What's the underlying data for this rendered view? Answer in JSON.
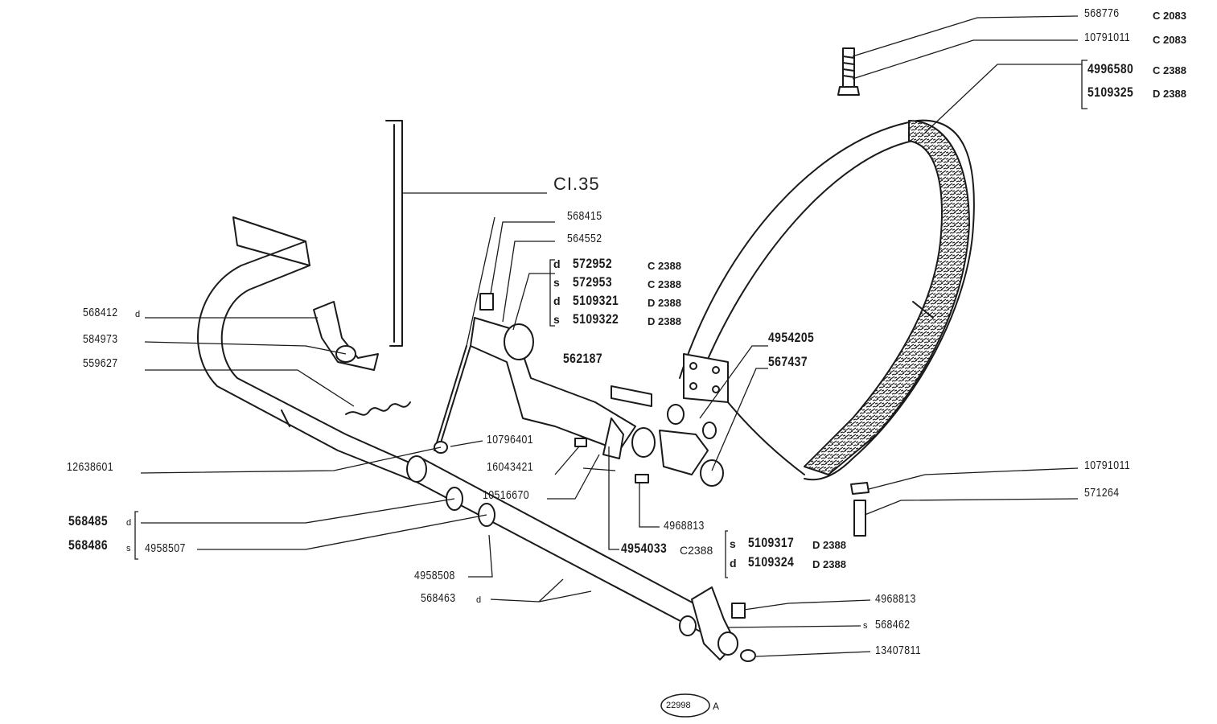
{
  "figure_ref": {
    "number": "22998",
    "suffix": "A"
  },
  "cross_ref": "CI.35",
  "labels": {
    "p568776": "568776",
    "p10791011a": "10791011",
    "p4996580": "4996580",
    "p5109325": "5109325",
    "p568415": "568415",
    "p564552": "564552",
    "p572952": "572952",
    "p572953": "572953",
    "p5109321": "5109321",
    "p5109322": "5109322",
    "p562187": "562187",
    "p4954205": "4954205",
    "p567437": "567437",
    "p568412": "568412",
    "p584973": "584973",
    "p559627": "559627",
    "p10796401": "10796401",
    "p12638601": "12638601",
    "p16043421": "16043421",
    "p10516670": "10516670",
    "p4968813a": "4968813",
    "p4954033": "4954033",
    "p5109317": "5109317",
    "p5109324": "5109324",
    "p568485": "568485",
    "p568486": "568486",
    "p4958507": "4958507",
    "p4958508": "4958508",
    "p568463": "568463",
    "p10791011b": "10791011",
    "p571264": "571264",
    "p4968813b": "4968813",
    "p568462": "568462",
    "p13407811": "13407811"
  },
  "codes": {
    "c2083": "C 2083",
    "c2388": "C 2388",
    "d2388": "D 2388",
    "c2388_tight": "C2388"
  },
  "sides": {
    "d": "d",
    "s": "s"
  }
}
